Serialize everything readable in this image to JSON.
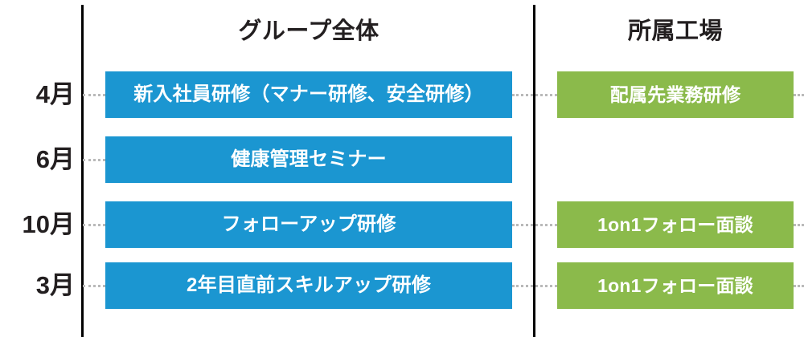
{
  "diagram": {
    "title_group": "グループ全体",
    "title_factory": "所属工場",
    "colors": {
      "group_bar": "#1b96d1",
      "factory_bar": "#8bba4b",
      "divider": "#000000",
      "connector": "#b9b9b9",
      "text_dark": "#231f20",
      "bar_text": "#ffffff",
      "background": "#ffffff"
    },
    "rows": [
      {
        "month": "4月",
        "group_task": "新入社員研修（マナー研修、安全研修）",
        "factory_task": "配属先業務研修"
      },
      {
        "month": "6月",
        "group_task": "健康管理セミナー",
        "factory_task": ""
      },
      {
        "month": "10月",
        "group_task": "フォローアップ研修",
        "factory_task": "1on1フォロー面談"
      },
      {
        "month": "3月",
        "group_task": "2年目直前スキルアップ研修",
        "factory_task": "1on1フォロー面談"
      }
    ]
  }
}
